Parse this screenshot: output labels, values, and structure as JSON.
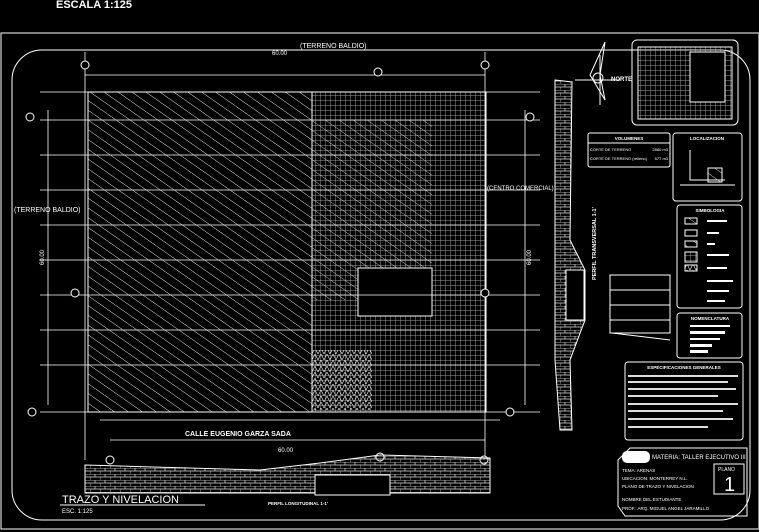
{
  "header": {
    "scale": "ESCALA 1:125"
  },
  "plan": {
    "top_neighbor": "(TERRENO BALDIO)",
    "left_neighbor": "(TERRENO BALDIO)",
    "right_neighbor": "(CENTRO COMERCIAL)",
    "street": "CALLE EUGENIO GARZA SADA",
    "dim_top": "60.00",
    "dim_bottom": "60.00",
    "dim_left": "60.00",
    "dim_right": "60.00",
    "north": "NORTE",
    "section_label": "PERFIL TRANSVERSAL 1-1'"
  },
  "drawing": {
    "title": "TRAZO Y NIVELACION",
    "scale": "ESC. 1:125",
    "profile_label": "PERFIL LONGITUDINAL 1-1'"
  },
  "panels": {
    "volumes": {
      "title": "VOLUMENES",
      "rows": [
        [
          "CORTE DE TERRENO",
          "2880 m3"
        ],
        [
          "CORTE DE TERRENO (relleno)",
          "577 m3"
        ]
      ]
    },
    "location": {
      "title": "LOCALIZACION"
    },
    "symbology": {
      "title": "SIMBOLOGIA"
    },
    "nomenclature": {
      "title": "NOMENCLATURA"
    },
    "specs": {
      "title": "ESPECIFICACIONES GENERALES"
    }
  },
  "title_block": {
    "subject": "MATERIA: TALLER EJECUTIVO III",
    "lines": [
      "TEMA: ARENAS",
      "UBICACION: MONTERREY N.L.",
      "PLANO DE TRAZO Y NIVELACION",
      "NOMBRE DEL ESTUDIANTE",
      "PROF.: ARQ. MIGUEL ANGEL JARAMILLO"
    ],
    "plan_label": "PLANO",
    "plan_number": "1"
  }
}
